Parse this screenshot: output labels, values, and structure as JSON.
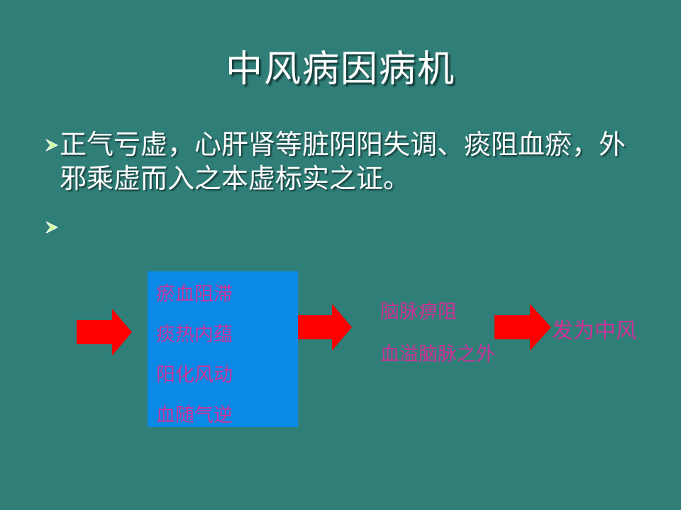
{
  "slide": {
    "title": "中风病因病机",
    "bullets": [
      "正气亏虚，心肝肾等脏阴阳失调、痰阻血瘀，外邪乘虚而入之本虚标实之证。",
      ""
    ],
    "colors": {
      "background": "#2f7f78",
      "box": "#0a8ae6",
      "arrow": "#ff0000",
      "diagram_text": "#cc3399",
      "bullet_marker": "#ccff99"
    }
  },
  "diagram": {
    "box_items": [
      "瘀血阻滞",
      "痰热内蕴",
      "阳化风动",
      "血随气逆"
    ],
    "middle_items": [
      "脑脉痹阻",
      "血溢脑脉之外"
    ],
    "result": "发为中风"
  }
}
